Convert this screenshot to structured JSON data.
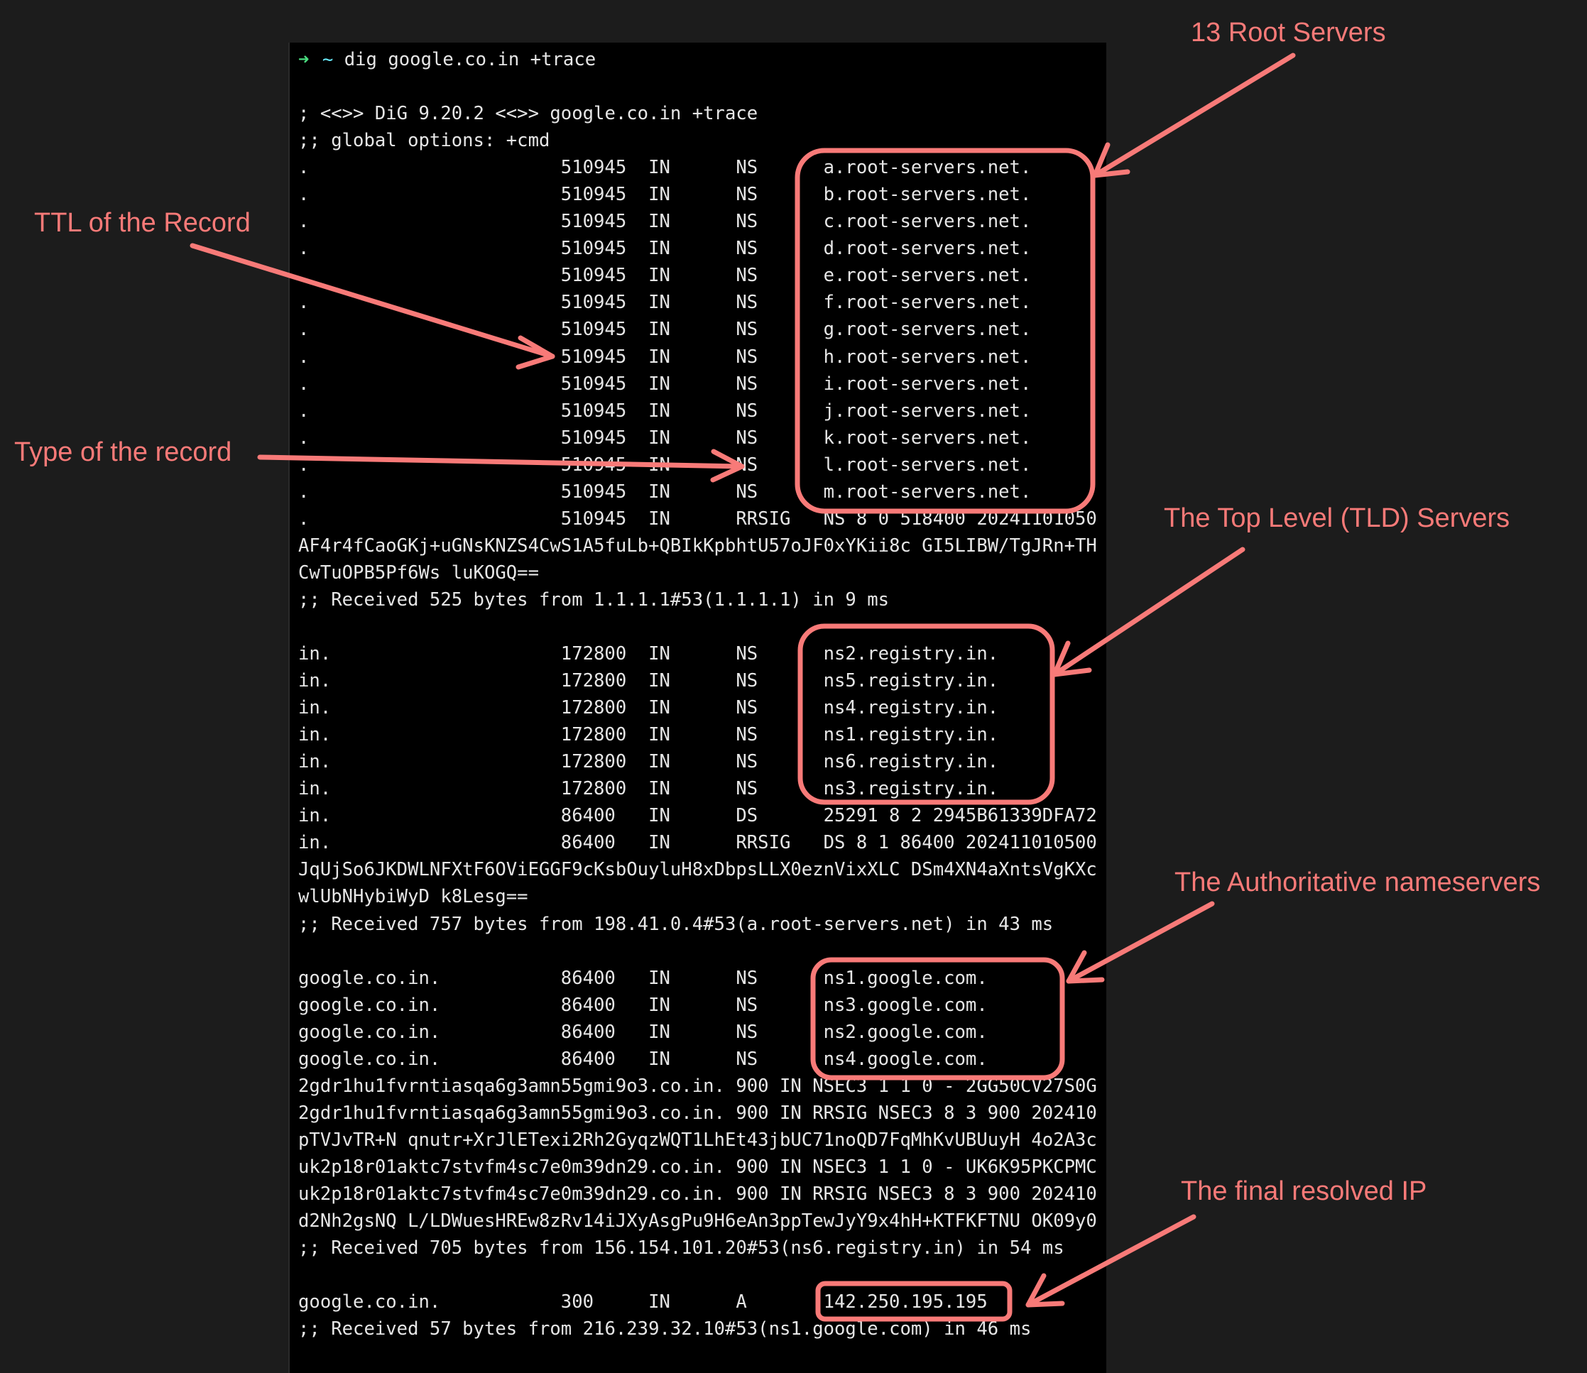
{
  "terminal": {
    "prompt_arrow": "➜",
    "prompt_dir": "~",
    "lines": [
      {
        "prompt": true,
        "text": "dig google.co.in +trace"
      },
      {
        "text": ""
      },
      {
        "text": "; <<>> DiG 9.20.2 <<>> google.co.in +trace"
      },
      {
        "text": ";; global options: +cmd"
      },
      {
        "cols": [
          ".",
          "510945",
          "IN",
          "NS",
          "a.root-servers.net."
        ]
      },
      {
        "cols": [
          ".",
          "510945",
          "IN",
          "NS",
          "b.root-servers.net."
        ]
      },
      {
        "cols": [
          ".",
          "510945",
          "IN",
          "NS",
          "c.root-servers.net."
        ]
      },
      {
        "cols": [
          ".",
          "510945",
          "IN",
          "NS",
          "d.root-servers.net."
        ]
      },
      {
        "cols": [
          ".",
          "510945",
          "IN",
          "NS",
          "e.root-servers.net."
        ]
      },
      {
        "cols": [
          ".",
          "510945",
          "IN",
          "NS",
          "f.root-servers.net."
        ]
      },
      {
        "cols": [
          ".",
          "510945",
          "IN",
          "NS",
          "g.root-servers.net."
        ]
      },
      {
        "cols": [
          ".",
          "510945",
          "IN",
          "NS",
          "h.root-servers.net."
        ]
      },
      {
        "cols": [
          ".",
          "510945",
          "IN",
          "NS",
          "i.root-servers.net."
        ]
      },
      {
        "cols": [
          ".",
          "510945",
          "IN",
          "NS",
          "j.root-servers.net."
        ]
      },
      {
        "cols": [
          ".",
          "510945",
          "IN",
          "NS",
          "k.root-servers.net."
        ]
      },
      {
        "cols": [
          ".",
          "510945",
          "IN",
          "NS",
          "l.root-servers.net."
        ]
      },
      {
        "cols": [
          ".",
          "510945",
          "IN",
          "NS",
          "m.root-servers.net."
        ]
      },
      {
        "cols": [
          ".",
          "510945",
          "IN",
          "RRSIG",
          "NS 8 0 518400 20241101050"
        ]
      },
      {
        "text": "AF4r4fCaoGKj+uGNsKNZS4CwS1A5fuLb+QBIkKpbhtU57oJF0xYKii8c GI5LIBW/TgJRn+TH"
      },
      {
        "text": "CwTuOPB5Pf6Ws luKOGQ=="
      },
      {
        "text": ";; Received 525 bytes from 1.1.1.1#53(1.1.1.1) in 9 ms"
      },
      {
        "text": ""
      },
      {
        "cols": [
          "in.",
          "172800",
          "IN",
          "NS",
          "ns2.registry.in."
        ]
      },
      {
        "cols": [
          "in.",
          "172800",
          "IN",
          "NS",
          "ns5.registry.in."
        ]
      },
      {
        "cols": [
          "in.",
          "172800",
          "IN",
          "NS",
          "ns4.registry.in."
        ]
      },
      {
        "cols": [
          "in.",
          "172800",
          "IN",
          "NS",
          "ns1.registry.in."
        ]
      },
      {
        "cols": [
          "in.",
          "172800",
          "IN",
          "NS",
          "ns6.registry.in."
        ]
      },
      {
        "cols": [
          "in.",
          "172800",
          "IN",
          "NS",
          "ns3.registry.in."
        ]
      },
      {
        "cols": [
          "in.",
          "86400",
          "IN",
          "DS",
          "25291 8 2 2945B61339DFA72"
        ]
      },
      {
        "cols": [
          "in.",
          "86400",
          "IN",
          "RRSIG",
          "DS 8 1 86400 202411010500"
        ]
      },
      {
        "text": "JqUjSo6JKDWLNFXtF6OViEGGF9cKsbOuyluH8xDbpsLLX0eznVixXLC DSm4XN4aXntsVgKXc"
      },
      {
        "text": "wlUbNHybiWyD k8Lesg=="
      },
      {
        "text": ";; Received 757 bytes from 198.41.0.4#53(a.root-servers.net) in 43 ms"
      },
      {
        "text": ""
      },
      {
        "cols": [
          "google.co.in.",
          "86400",
          "IN",
          "NS",
          "ns1.google.com."
        ]
      },
      {
        "cols": [
          "google.co.in.",
          "86400",
          "IN",
          "NS",
          "ns3.google.com."
        ]
      },
      {
        "cols": [
          "google.co.in.",
          "86400",
          "IN",
          "NS",
          "ns2.google.com."
        ]
      },
      {
        "cols": [
          "google.co.in.",
          "86400",
          "IN",
          "NS",
          "ns4.google.com."
        ]
      },
      {
        "text": "2gdr1hu1fvrntiasqa6g3amn55gmi9o3.co.in. 900 IN NSEC3 1 1 0 - 2GG50CV27S0G"
      },
      {
        "text": "2gdr1hu1fvrntiasqa6g3amn55gmi9o3.co.in. 900 IN RRSIG NSEC3 8 3 900 202410"
      },
      {
        "text": "pTVJvTR+N qnutr+XrJlETexi2Rh2GyqzWQT1LhEt43jbUC71noQD7FqMhKvUBUuyH 4o2A3c"
      },
      {
        "text": "uk2p18r01aktc7stvfm4sc7e0m39dn29.co.in. 900 IN NSEC3 1 1 0 - UK6K95PKCPMC"
      },
      {
        "text": "uk2p18r01aktc7stvfm4sc7e0m39dn29.co.in. 900 IN RRSIG NSEC3 8 3 900 202410"
      },
      {
        "text": "d2Nh2gsNQ L/LDWuesHREw8zRv14iJXyAsgPu9H6eAn3ppTewJyY9x4hH+KTFKFTNU OK09y0"
      },
      {
        "text": ";; Received 705 bytes from 156.154.101.20#53(ns6.registry.in) in 54 ms"
      },
      {
        "text": ""
      },
      {
        "cols": [
          "google.co.in.",
          "300",
          "IN",
          "A",
          "142.250.195.195"
        ]
      },
      {
        "text": ";; Received 57 bytes from 216.239.32.10#53(ns1.google.com) in 46 ms"
      }
    ]
  },
  "annotations": {
    "root_servers": "13 Root Servers",
    "ttl": "TTL of the Record",
    "type": "Type of the record",
    "tld_servers": "The Top Level (TLD) Servers",
    "authoritative": "The Authoritative nameservers",
    "final_ip": "The final resolved IP"
  },
  "colors": {
    "annotation": "#f87a78",
    "terminal_bg": "#000000",
    "page_bg": "#1c1c1c",
    "terminal_text": "#e6e6e6",
    "prompt_arrow": "#4ade80"
  }
}
